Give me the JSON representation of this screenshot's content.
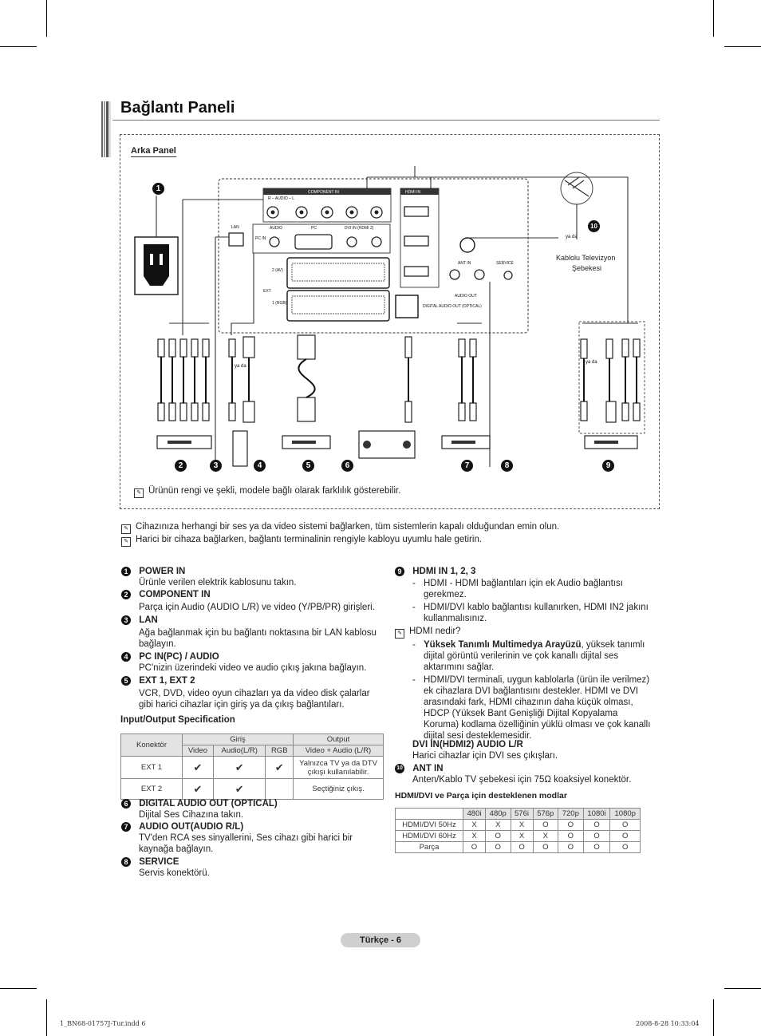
{
  "page": {
    "title": "Bağlantı Paneli",
    "section_label": "Arka Panel",
    "page_label": "Türkçe - 6",
    "footer_left": "1_BN68-01757J-Tur.indd   6",
    "footer_right": "2008-8-28   10:33:04"
  },
  "diagram": {
    "component_in": "COMPONENT IN",
    "audio_lr": "R – AUDIO – L",
    "hdmi_in": "HDMI IN",
    "lan": "LAN",
    "pc_in": "PC IN",
    "audio": "AUDIO",
    "pc": "PC",
    "dvi_in": "DVI IN (HDMI 2)",
    "ext": "EXT",
    "ext2": "2 (AV)",
    "ext1": "1 (RGB)",
    "ant_in": "ANT IN",
    "service": "SERVICE",
    "audio_out": "AUDIO OUT",
    "digital_audio_out": "DIGITAL AUDIO OUT (OPTICAL)",
    "ya_da": "ya da",
    "cable_tv": "Kablolu Televizyon Şebekesi",
    "markers": [
      "1",
      "2",
      "3",
      "4",
      "5",
      "6",
      "7",
      "8",
      "9",
      "10"
    ],
    "note": "Ürünün rengi ve şekli, modele bağlı olarak farklılık gösterebilir."
  },
  "notes": [
    "Cihazınıza herhangi bir ses ya da video sistemi bağlarken, tüm sistemlerin kapalı olduğundan emin olun.",
    "Harici bir cihaza bağlarken, bağlantı terminalinin rengiyle kabloyu uyumlu hale getirin."
  ],
  "left_items": [
    {
      "num": "1",
      "title": "POWER IN",
      "lines": [
        "Ürünle verilen elektrik kablosunu takın."
      ]
    },
    {
      "num": "2",
      "title": "COMPONENT IN",
      "lines": [
        "Parça için Audio (AUDIO L/R) ve video (Y/PB/PR) girişleri."
      ]
    },
    {
      "num": "3",
      "title": "LAN",
      "lines": [
        "Ağa bağlanmak için bu bağlantı noktasına bir LAN kablosu",
        "bağlayın."
      ]
    },
    {
      "num": "4",
      "title": "PC IN(PC) / AUDIO",
      "lines": [
        "PC'nizin üzerindeki video ve audio çıkış jakına bağlayın."
      ]
    },
    {
      "num": "5",
      "title": "EXT 1, EXT 2",
      "lines": [
        "VCR, DVD, video oyun cihazları ya da video disk çalarlar",
        "gibi harici cihazlar için giriş ya da çıkış bağlantıları."
      ]
    }
  ],
  "io_spec": {
    "title": "Input/Output Specification",
    "header_konektor": "Konektör",
    "header_giris": "Giriş",
    "header_output": "Output",
    "sub_video": "Video",
    "sub_audio": "Audio(L/R)",
    "sub_rgb": "RGB",
    "sub_output": "Video + Audio (L/R)",
    "rows": [
      {
        "name": "EXT 1",
        "video": "✔",
        "audio": "✔",
        "rgb": "✔",
        "output": "Yalnızca TV ya da DTV çıkışı kullanılabilir."
      },
      {
        "name": "EXT 2",
        "video": "✔",
        "audio": "✔",
        "rgb": "",
        "output": "Seçtiğiniz çıkış."
      }
    ]
  },
  "left_items2": [
    {
      "num": "6",
      "title": "DIGITAL AUDIO OUT (OPTICAL)",
      "lines": [
        "Dijital Ses Cihazına takın."
      ]
    },
    {
      "num": "7",
      "title": "AUDIO OUT(AUDIO R/L)",
      "lines": [
        "TV'den RCA ses sinyallerini, Ses cihazı gibi harici bir",
        "kaynağa bağlayın."
      ]
    },
    {
      "num": "8",
      "title": "SERVICE",
      "lines": [
        "Servis konektörü."
      ]
    }
  ],
  "right": {
    "hdmi_title": "HDMI IN 1, 2, 3",
    "hdmi_bullets": [
      [
        "HDMI - HDMI bağlantıları için ek Audio bağlantısı",
        "gerekmez."
      ],
      [
        "HDMI/DVI kablo bağlantısı kullanırken, HDMI IN2 jakını",
        "kullanmalısınız."
      ]
    ],
    "hdmi_what": "HDMI nedir?",
    "hdmi_b1_bold": "Yüksek Tanımlı Multimedya Arayüzü",
    "hdmi_b1_rest": ", yüksek tanımlı",
    "hdmi_b1_lines": [
      "dijital görüntü verilerinin ve çok kanallı dijital ses",
      "aktarımını sağlar."
    ],
    "hdmi_b2_lines": [
      "HDMI/DVI terminali, uygun kablolarla (ürün ile verilmez)",
      "ek cihazlara DVI bağlantısını destekler. HDMI ve DVI",
      "arasındaki fark, HDMI cihazının daha küçük olması,",
      "HDCP (Yüksek Bant Genişliği Dijital Kopyalama",
      "Koruma) kodlama özelliğinin yüklü olması ve çok kanallı",
      "dijital sesi desteklemesidir."
    ],
    "dvi_title": "DVI IN(HDMI2) AUDIO L/R",
    "dvi_text": "Harici cihazlar için DVI ses çıkışları.",
    "ant_num": "10",
    "ant_title": "ANT IN",
    "ant_text": "Anten/Kablo TV şebekesi için 75Ω koaksiyel konektör.",
    "modes_title": "HDMI/DVI ve Parça için desteklenen modlar",
    "modes_header": [
      "",
      "480i",
      "480p",
      "576i",
      "576p",
      "720p",
      "1080i",
      "1080p"
    ],
    "modes_rows": [
      [
        "HDMI/DVI 50Hz",
        "X",
        "X",
        "X",
        "O",
        "O",
        "O",
        "O"
      ],
      [
        "HDMI/DVI 60Hz",
        "X",
        "O",
        "X",
        "X",
        "O",
        "O",
        "O"
      ],
      [
        "Parça",
        "O",
        "O",
        "O",
        "O",
        "O",
        "O",
        "O"
      ]
    ]
  }
}
